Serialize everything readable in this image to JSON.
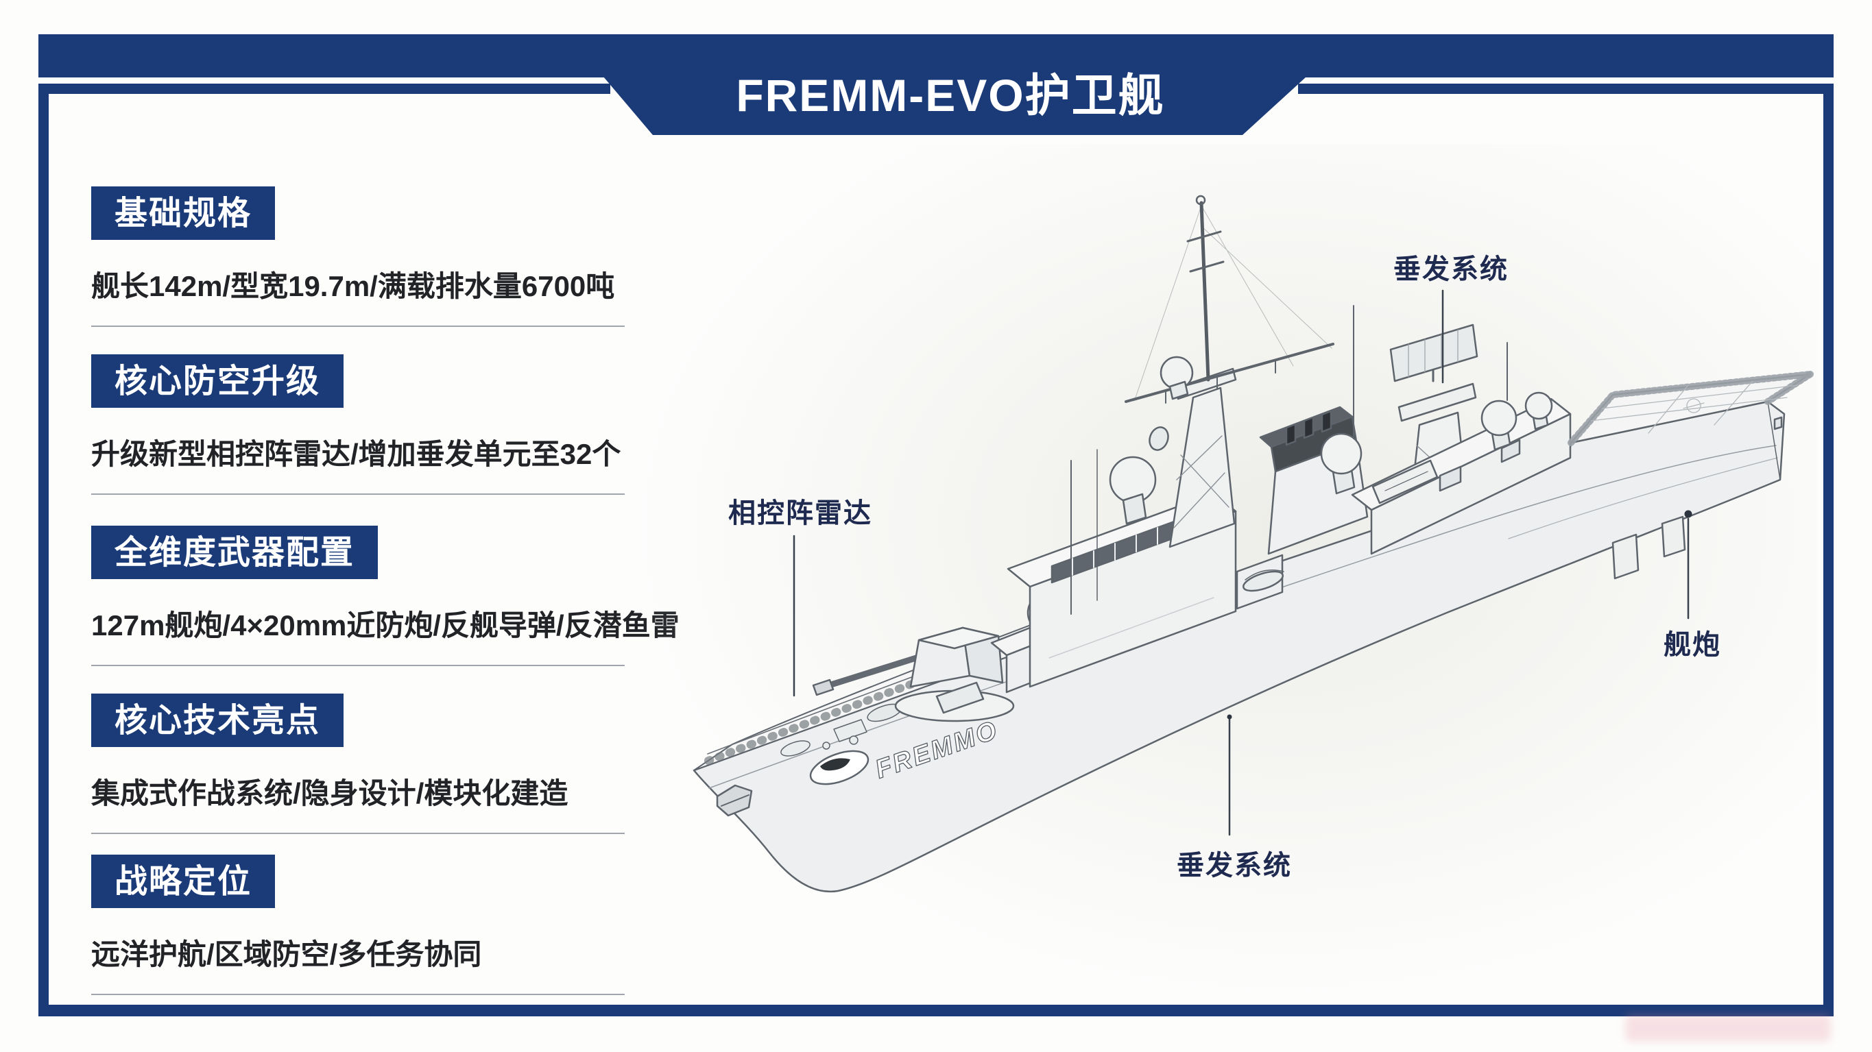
{
  "title": "FREMM-EVO护卫舰",
  "sections": [
    {
      "heading": "基础规格",
      "body": "舰长142m/型宽19.7m/满载排水量6700吨"
    },
    {
      "heading": "核心防空升级",
      "body": "升级新型相控阵雷达/增加垂发单元至32个"
    },
    {
      "heading": "全维度武器配置",
      "body": "127m舰炮/4×20mm近防炮/反舰导弹/反潜鱼雷"
    },
    {
      "heading": "核心技术亮点",
      "body": "集成式作战系统/隐身设计/模块化建造"
    },
    {
      "heading": "战略定位",
      "body": "远洋护航/区域防空/多任务协同"
    }
  ],
  "callouts": {
    "vls_top": "垂发系统",
    "radar": "相控阵雷达",
    "gun": "舰炮",
    "vls_bottom": "垂发系统"
  },
  "ship": {
    "hull_marking": "FREMMO"
  },
  "colors": {
    "navy": "#1b3b78",
    "callout_text": "#1f2a50",
    "body_text": "#212327",
    "divider": "#9fa5ab",
    "line_art": "#5d646b"
  }
}
